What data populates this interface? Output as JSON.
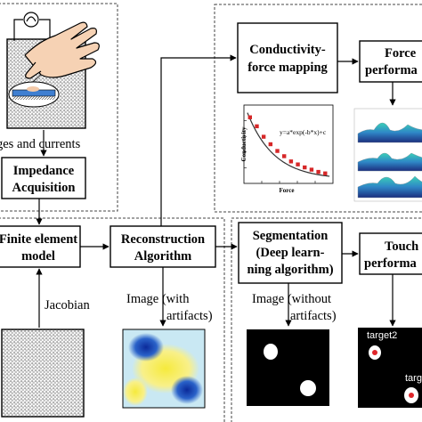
{
  "nodes": {
    "impedance": {
      "line1": "Impedance",
      "line2": "Acquisition"
    },
    "finite": {
      "line1": "Finite element",
      "line2": "model"
    },
    "reconstruction": {
      "line1": "Reconstruction",
      "line2": "Algorithm"
    },
    "segmentation": {
      "line1": "Segmentation",
      "line2": "(Deep learn-",
      "line3": "ning algorithm)"
    },
    "touch": {
      "line1": "Touch",
      "line2": "performa"
    },
    "mapping": {
      "line1": "Conductivity-",
      "line2": "force mapping"
    },
    "force": {
      "line1": "Force",
      "line2": "performa"
    }
  },
  "labels": {
    "voltages": "ges and currents",
    "jacobian": "Jacobian",
    "image_with_1": "Image (with",
    "image_with_2": "artifacts)",
    "image_without_1": "Image (without",
    "image_without_2": "artifacts)",
    "target2": "target2",
    "target_other": "targ"
  },
  "fit_plot": {
    "y_label": "Conductivity",
    "x_label": "Force",
    "equation": "y=a*exp(-b*x)+c",
    "points": [
      {
        "x": 0.05,
        "y": 0.86
      },
      {
        "x": 0.13,
        "y": 0.74
      },
      {
        "x": 0.21,
        "y": 0.6
      },
      {
        "x": 0.29,
        "y": 0.5
      },
      {
        "x": 0.37,
        "y": 0.41
      },
      {
        "x": 0.45,
        "y": 0.34
      },
      {
        "x": 0.53,
        "y": 0.27
      },
      {
        "x": 0.61,
        "y": 0.23
      },
      {
        "x": 0.69,
        "y": 0.19
      },
      {
        "x": 0.77,
        "y": 0.16
      },
      {
        "x": 0.85,
        "y": 0.13
      },
      {
        "x": 0.93,
        "y": 0.11
      }
    ],
    "curve": {
      "a": 0.95,
      "b": 3.2,
      "c": 0.03
    },
    "point_color": "#d62728",
    "curve_color": "#333333"
  },
  "colors": {
    "marker": "#e0262a",
    "heat_blue": "#1c3fb0",
    "heat_yellow": "#f5e94a",
    "heat_light": "#bfe4f2"
  }
}
